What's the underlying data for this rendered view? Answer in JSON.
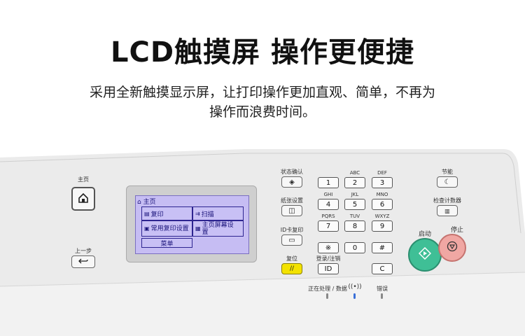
{
  "headline": "LCD触摸屏 操作更便捷",
  "description": {
    "line1": "采用全新触摸显示屏，让打印操作更加直观、简单，不再为",
    "line2": "操作而浪费时间。"
  },
  "panel": {
    "home_label": "主页",
    "back_label": "上一步",
    "lcd": {
      "title": "主页",
      "items": [
        {
          "icon": "copy-icon",
          "label": "复印"
        },
        {
          "icon": "scan-icon",
          "label": "扫描"
        },
        {
          "icon": "favorite-copy-icon",
          "label": "常用复印设置"
        },
        {
          "icon": "home-screen-icon",
          "label": "主页屏幕设置"
        },
        {
          "icon": "",
          "label": "菜单"
        }
      ]
    },
    "status_monitor_label": "状态确认",
    "paper_settings_label": "纸张设置",
    "id_card_copy_label": "ID卡复印",
    "reset_label": "复位",
    "login_logout_label": "登录/注销",
    "id_key": "ID",
    "keypad": {
      "keys": [
        "1",
        "2",
        "3",
        "4",
        "5",
        "6",
        "7",
        "8",
        "9",
        "※",
        "0",
        "#"
      ],
      "letters": [
        "",
        "ABC",
        "DEF",
        "GHI",
        "JKL",
        "MNO",
        "PQRS",
        "TUV",
        "WXYZ",
        "",
        "",
        ""
      ]
    },
    "clear_key": "C",
    "energy_saver_label": "节能",
    "counter_check_label": "检查计数器",
    "start_label": "启动",
    "stop_label": "停止",
    "processing_label": "正在处理 / 数据",
    "error_label": "错误",
    "colors": {
      "start": "#3fbf96",
      "stop": "#f0a7a3",
      "reset": "#f3e200",
      "lcd": "#c6bdf3",
      "wifi_led": "#3a6fd8"
    }
  }
}
